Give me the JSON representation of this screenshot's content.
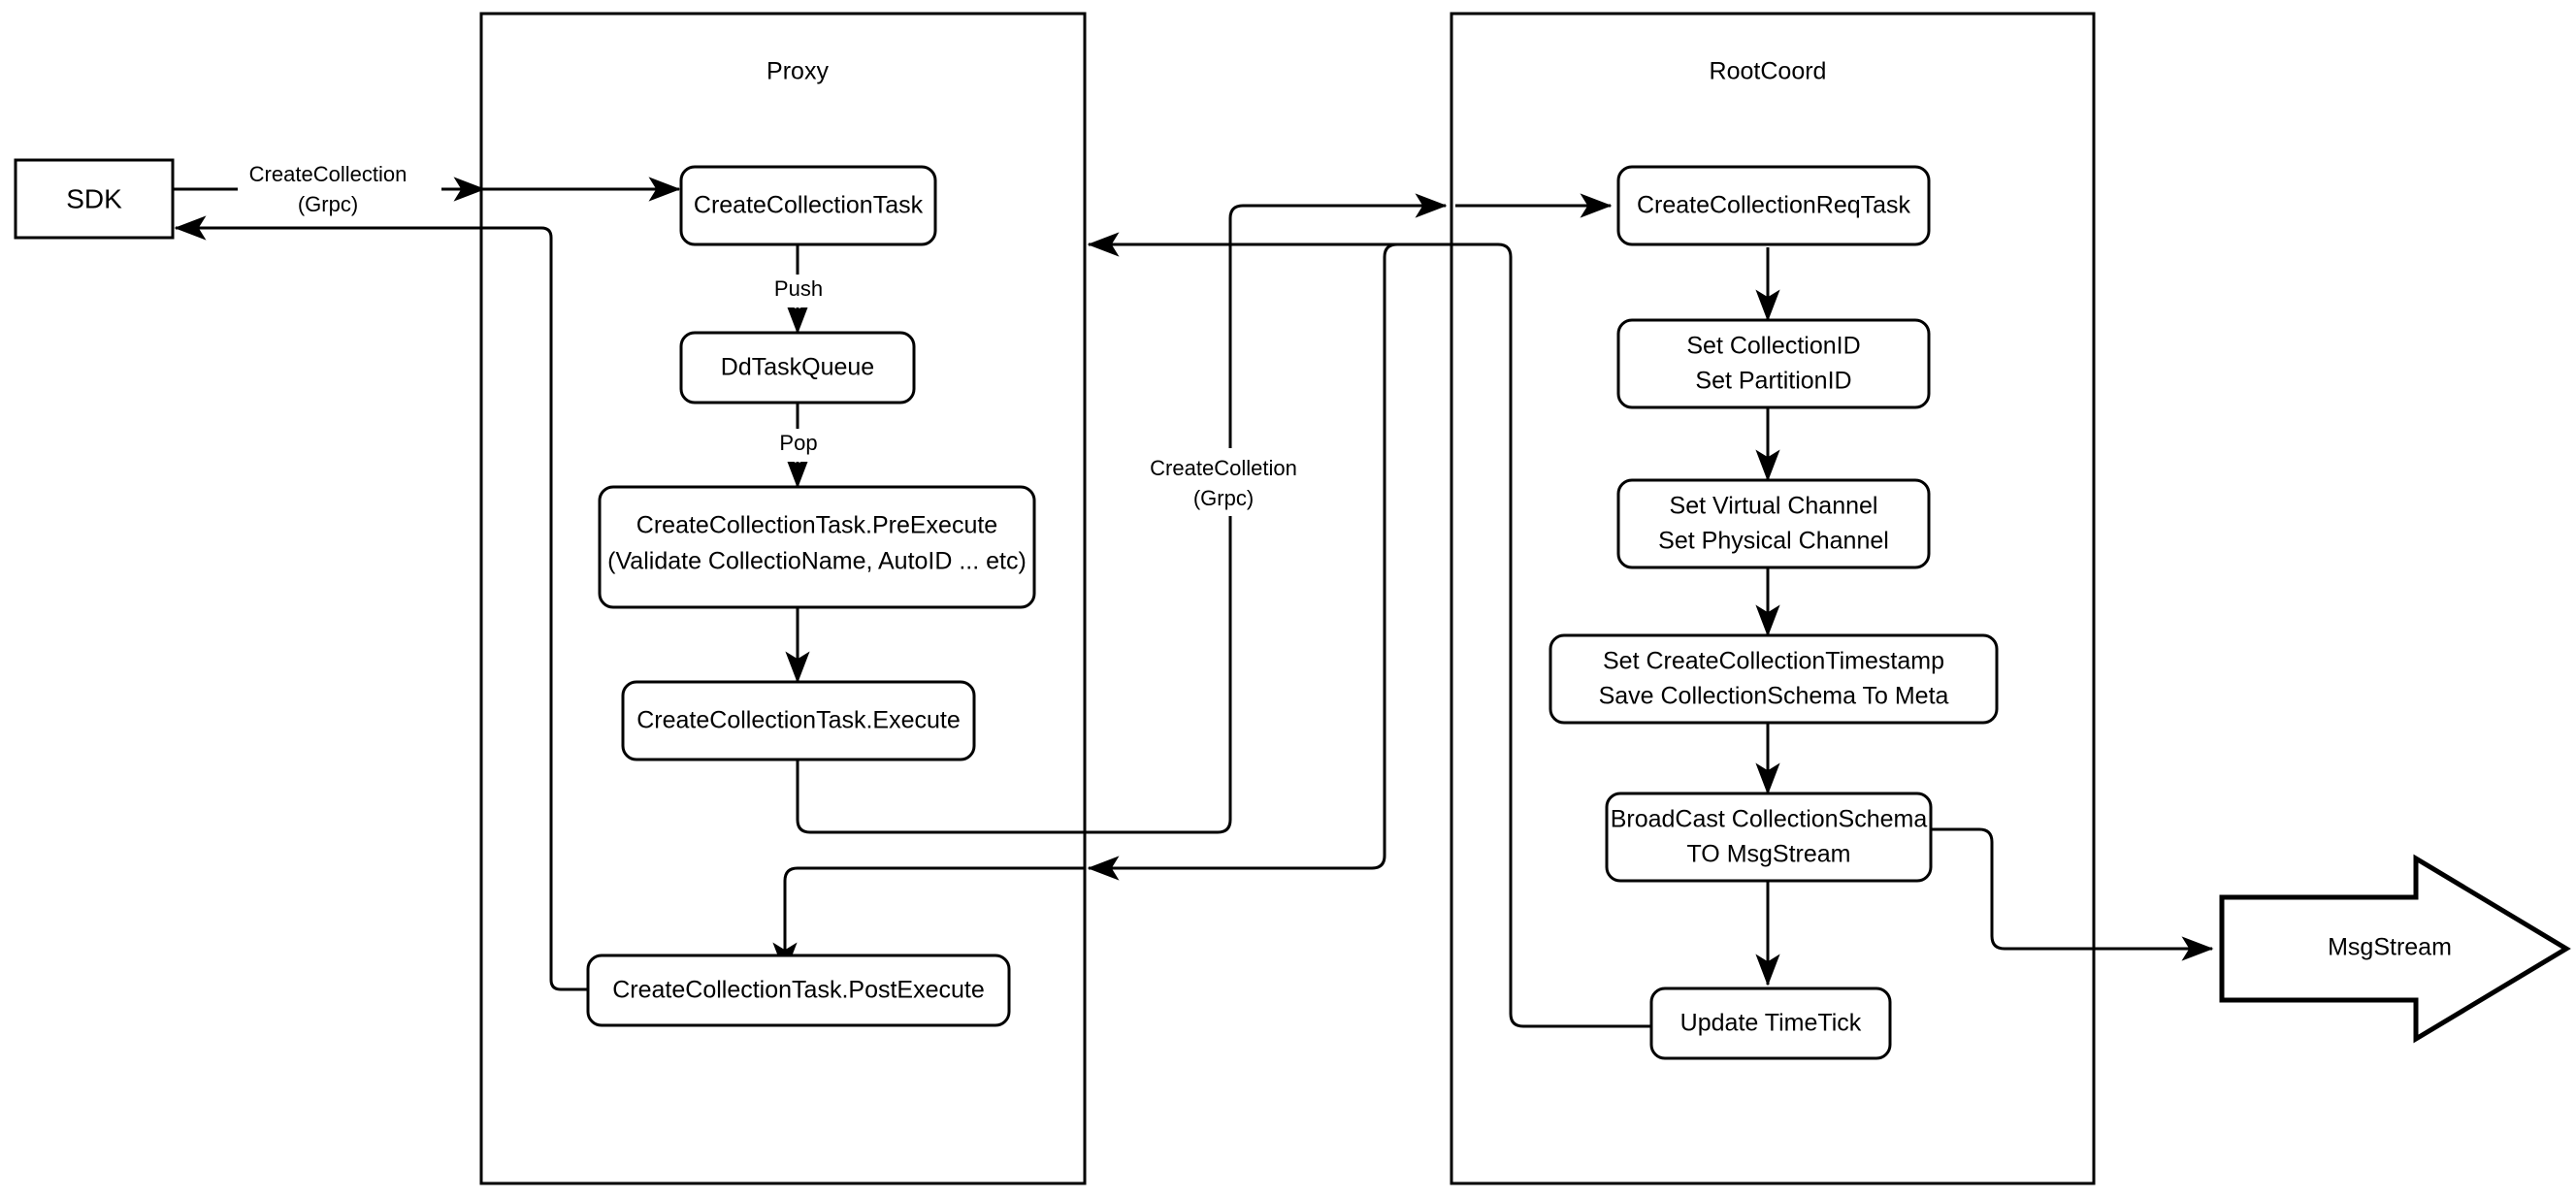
{
  "diagram": {
    "title_hidden": "",
    "type": "flowchart",
    "background": "#ffffff",
    "stroke_color": "#000000",
    "fill_color": "#ffffff"
  },
  "containers": [
    {
      "id": "proxy",
      "label": "Proxy"
    },
    {
      "id": "rootcoord",
      "label": "RootCoord"
    }
  ],
  "external_nodes": [
    {
      "id": "sdk",
      "label": "SDK",
      "shape": "rectangle"
    },
    {
      "id": "msgstream",
      "label": "MsgStream",
      "shape": "block-arrow"
    }
  ],
  "proxy_nodes": [
    {
      "id": "create-collection-task",
      "label": "CreateCollectionTask",
      "shape": "rounded-rect"
    },
    {
      "id": "dd-task-queue",
      "label": "DdTaskQueue",
      "shape": "rounded-rect"
    },
    {
      "id": "pre-execute",
      "label_line1": "CreateCollectionTask.PreExecute",
      "label_line2": "(Validate CollectioName, AutoID ... etc)",
      "shape": "rounded-rect"
    },
    {
      "id": "execute",
      "label": "CreateCollectionTask.Execute",
      "shape": "rounded-rect"
    },
    {
      "id": "post-execute",
      "label": "CreateCollectionTask.PostExecute",
      "shape": "rounded-rect"
    }
  ],
  "rootcoord_nodes": [
    {
      "id": "create-collection-req-task",
      "label": "CreateCollectionReqTask",
      "shape": "rounded-rect"
    },
    {
      "id": "set-ids",
      "label_line1": "Set CollectionID",
      "label_line2": "Set PartitionID",
      "shape": "rounded-rect"
    },
    {
      "id": "set-channels",
      "label_line1": "Set Virtual Channel",
      "label_line2": "Set Physical Channel",
      "shape": "rounded-rect"
    },
    {
      "id": "set-timestamp",
      "label_line1": "Set CreateCollectionTimestamp",
      "label_line2": "Save CollectionSchema To Meta",
      "shape": "rounded-rect"
    },
    {
      "id": "broadcast",
      "label_line1": "BroadCast CollectionSchema",
      "label_line2": "TO MsgStream",
      "shape": "rounded-rect"
    },
    {
      "id": "update-timetick",
      "label": "Update TimeTick",
      "shape": "rounded-rect"
    }
  ],
  "edge_labels": [
    {
      "id": "sdk-to-proxy",
      "line1": "CreateCollection",
      "line2": "(Grpc)"
    },
    {
      "id": "push",
      "line1": "Push",
      "line2": ""
    },
    {
      "id": "pop",
      "line1": "Pop",
      "line2": ""
    },
    {
      "id": "proxy-to-rootcoord",
      "line1": "CreateColletion",
      "line2": "(Grpc)"
    }
  ]
}
